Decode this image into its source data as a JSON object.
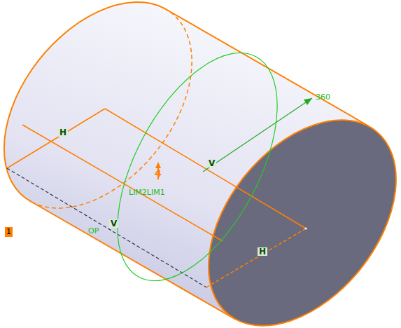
{
  "diagram": {
    "nodes": [
      {
        "text": [
          "1"
        ]
      }
    ],
    "labels": [
      "H",
      "V",
      "4",
      "LIM2LIM1",
      "360",
      "OP",
      "V",
      "H"
    ]
  }
}
